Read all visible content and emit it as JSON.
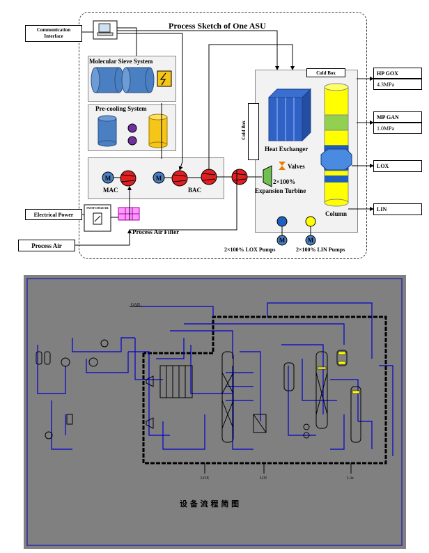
{
  "top_diagram": {
    "title": "Process Sketch of One ASU",
    "left_labels": {
      "communication": "Communication\nInterface",
      "electrical": "Electrical Power",
      "process_air": "Process Air",
      "switchgear": "SWITCHGEAR"
    },
    "sections": {
      "molecular_sieve": "Molecular Sieve System",
      "precooling": "Pre-cooling System",
      "cold_box_vertical": "Cold Box",
      "cold_box_top": "Cold Box"
    },
    "equipment": {
      "mac": "MAC",
      "bac": "BAC",
      "heat_exchanger": "Heat Exchanger",
      "valves": "Valves",
      "expansion_qty": "2×100%",
      "expansion_turbine": "Expansion Turbine",
      "column": "Column",
      "process_air_filter": "Process Air Filter",
      "lox_pumps": "2×100% LOX Pumps",
      "lin_pumps": "2×100% LIN Pumps",
      "motor_symbol": "M"
    },
    "outputs": [
      {
        "name": "HP GOX",
        "pressure": "4.3MPa"
      },
      {
        "name": "MP GAN",
        "pressure": "1.0MPa"
      },
      {
        "name": "LOX"
      },
      {
        "name": "LIN"
      }
    ],
    "colors": {
      "vessel_blue": "#4a7fc1",
      "vessel_yellow": "#f5c518",
      "compressor_red": "#e02020",
      "column_yellow": "#ffff00",
      "column_green": "#92d050",
      "column_blue": "#1f5fbf",
      "filter_pink": "#ff99ff",
      "panel_fill": "#f2f2f2"
    }
  },
  "bottom_diagram": {
    "caption": "设 备 流 程 简 图",
    "labels": {
      "gan": "GAN",
      "lox": "LOX",
      "lin": "LIN",
      "lar": "LAr"
    },
    "colors": {
      "background": "#808080",
      "line_blue": "#0000cc",
      "border_blue": "#2a2aa8",
      "line_black": "#000000"
    }
  }
}
